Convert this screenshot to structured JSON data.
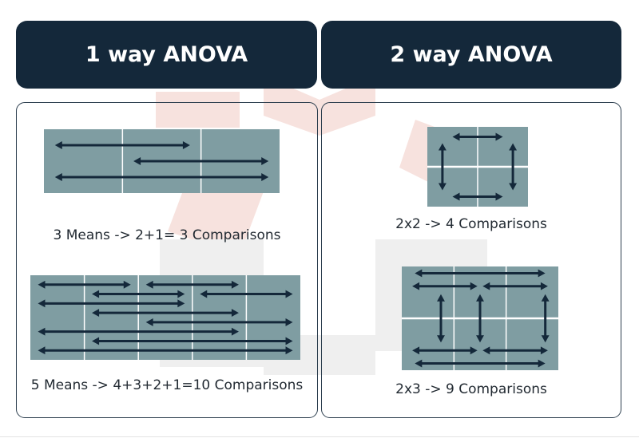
{
  "headers": {
    "one_way": "1 way ANOVA",
    "two_way": "2 way ANOVA"
  },
  "captions": {
    "three_means": "3 Means -> 2+1= 3 Comparisons",
    "five_means": "5 Means -> 4+3+2+1=10 Comparisons",
    "two_by_two": "2x2 -> 4 Comparisons",
    "two_by_three": "2x3 -> 9 Comparisons"
  },
  "diagrams": {
    "three_means": {
      "groups": 3,
      "comparisons": 3
    },
    "five_means": {
      "groups": 5,
      "comparisons": 10
    },
    "two_by_two": {
      "rows": 2,
      "cols": 2,
      "comparisons": 4
    },
    "two_by_three": {
      "rows": 2,
      "cols": 3,
      "comparisons": 9
    }
  },
  "colors": {
    "header_bg": "#14283a",
    "cell_fill": "#7f9da2",
    "arrow": "#14283a",
    "panel_border": "#2c3e4e",
    "watermark": "#f6dcd7"
  }
}
